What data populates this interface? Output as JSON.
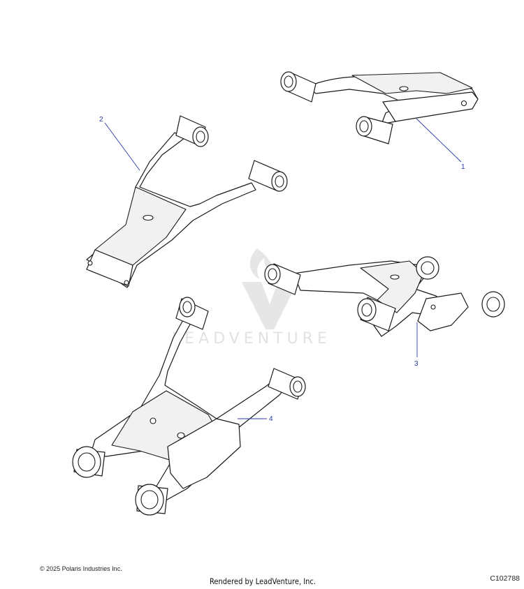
{
  "watermark": {
    "text": "LEADVENTURE"
  },
  "callouts": [
    {
      "id": "1",
      "label": "1"
    },
    {
      "id": "2",
      "label": "2"
    },
    {
      "id": "3",
      "label": "3"
    },
    {
      "id": "4",
      "label": "4"
    }
  ],
  "footer": {
    "copyright": "© 2025 Polaris Industries Inc.",
    "rendered_by": "Rendered by LeadVenture, Inc.",
    "diagram_id": "C102788"
  }
}
